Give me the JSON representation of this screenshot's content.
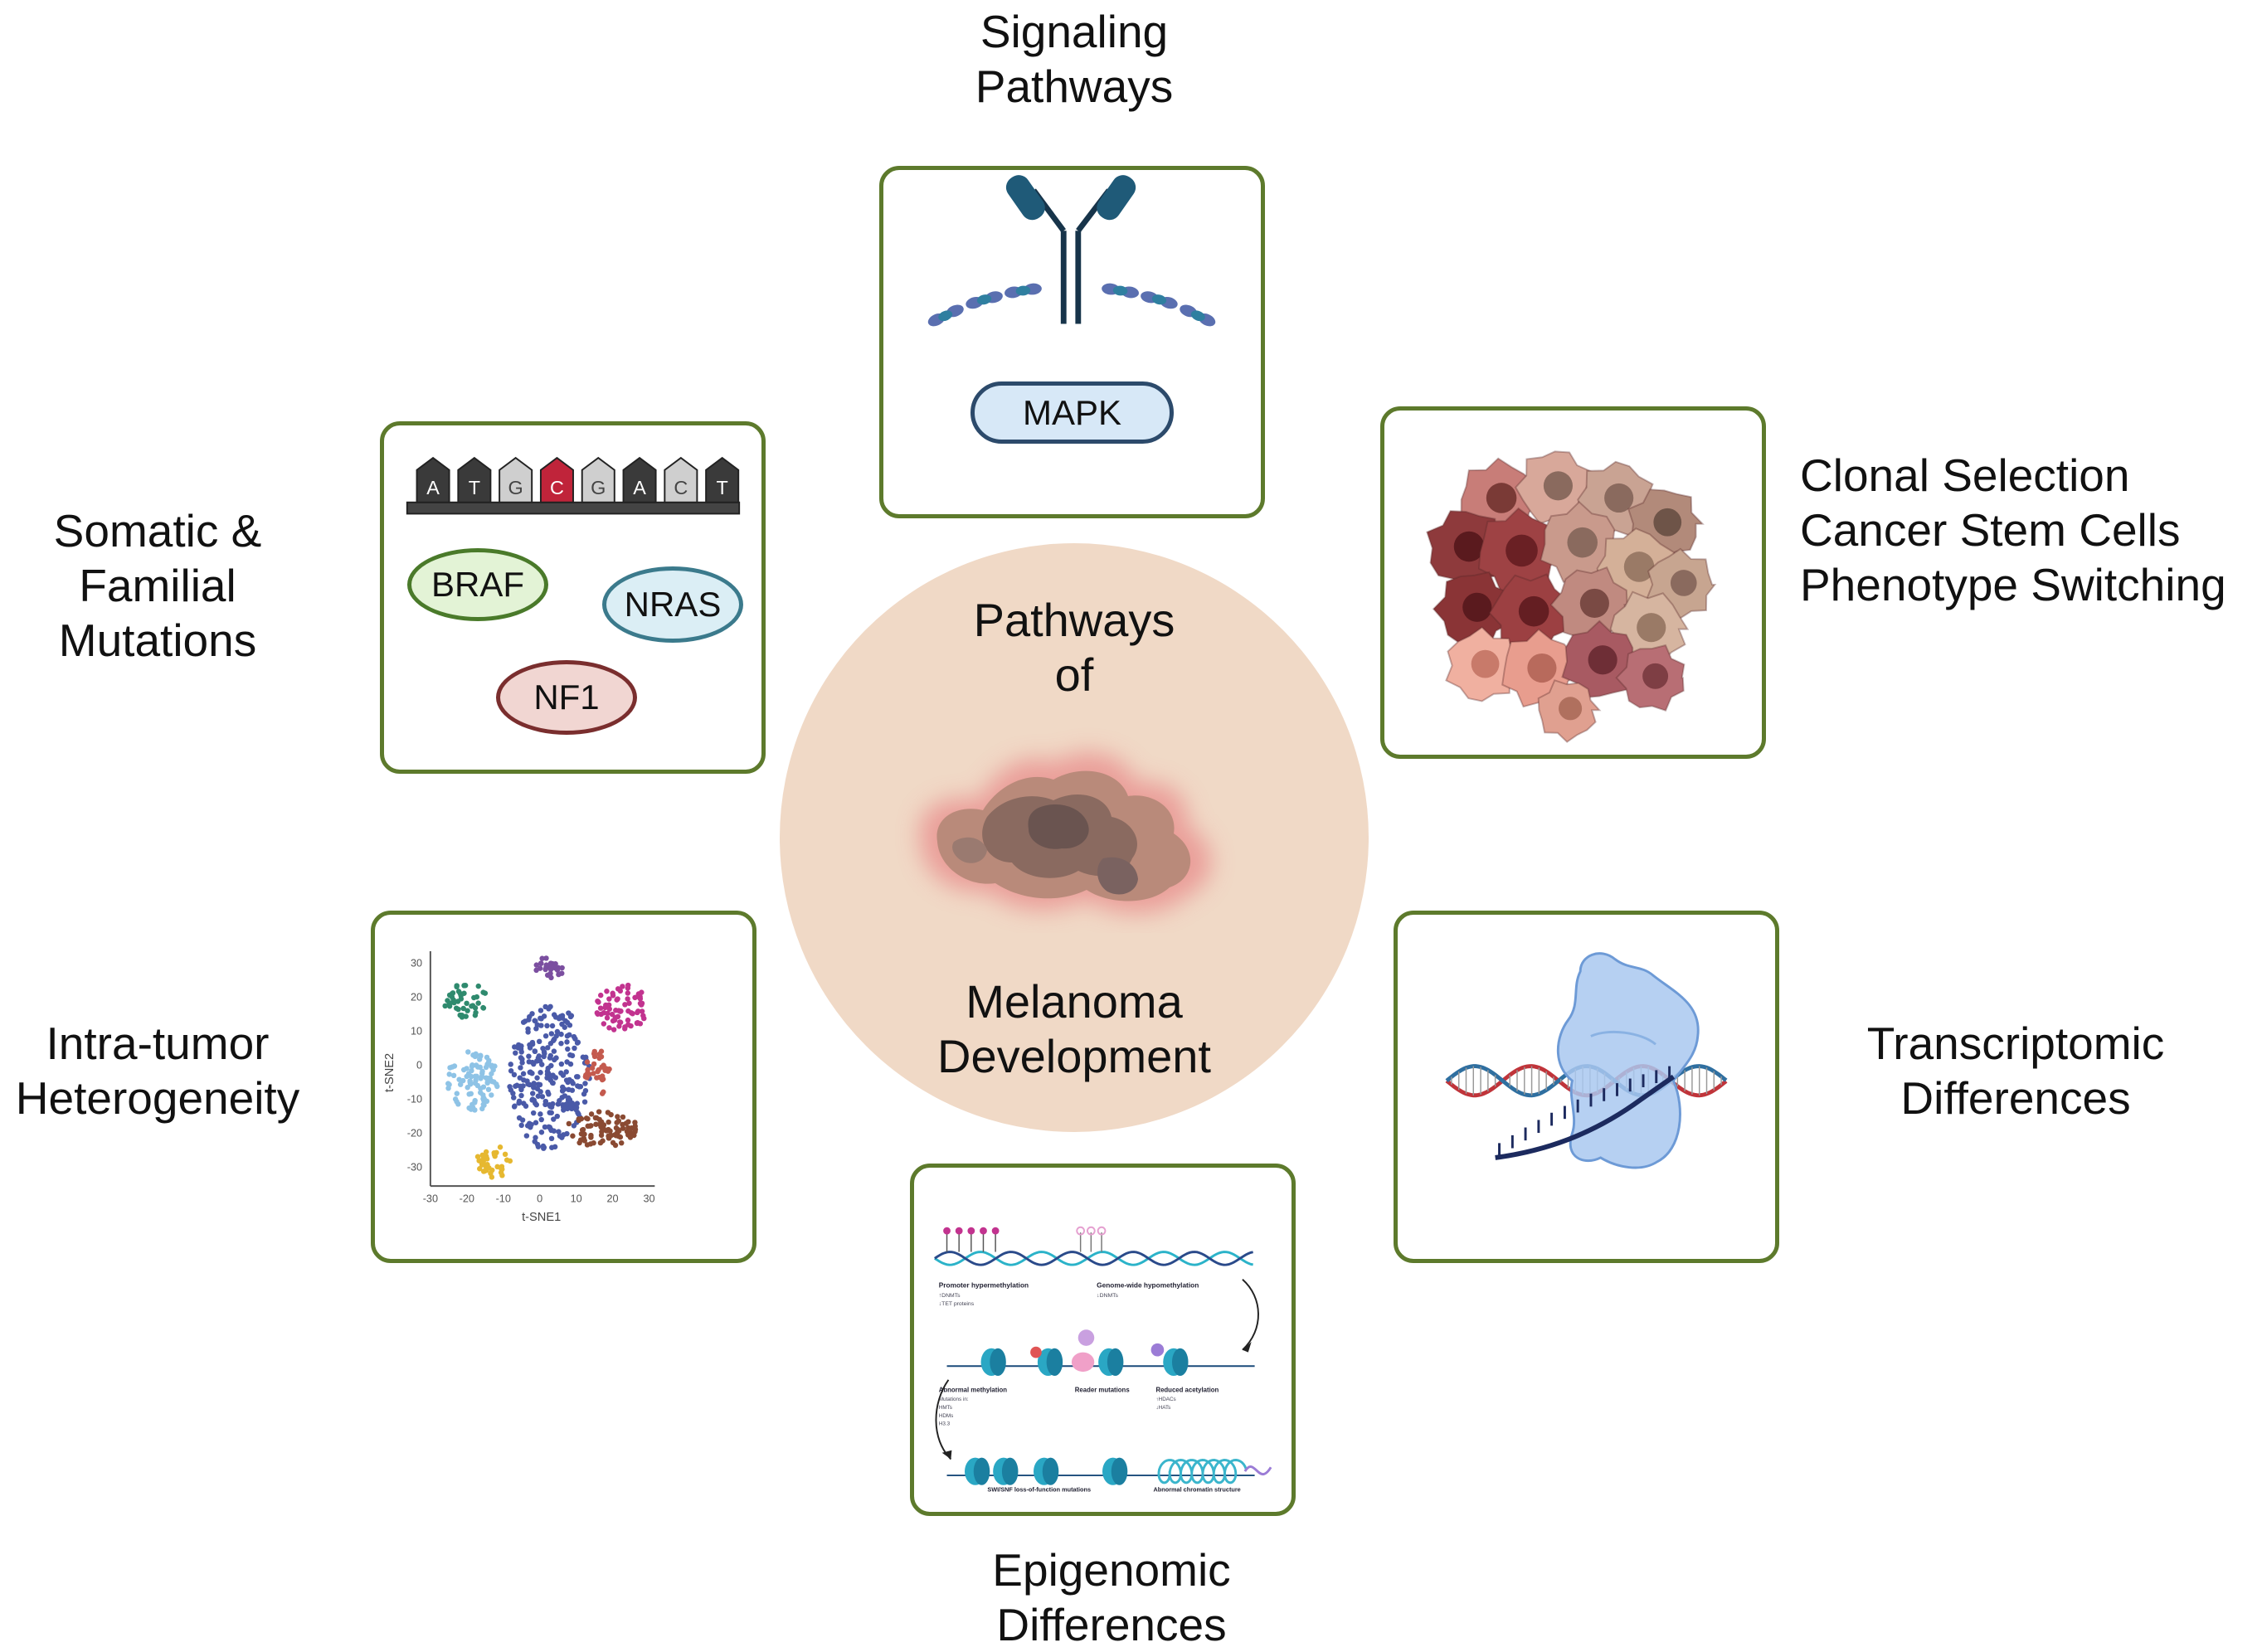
{
  "center": {
    "title_top": [
      "Pathways",
      "of"
    ],
    "title_bottom": [
      "Melanoma",
      "Development"
    ],
    "fill_color": "#f0d9c6"
  },
  "labels": {
    "signaling": [
      "Signaling",
      "Pathways"
    ],
    "mutations": [
      "Somatic &",
      "Familial",
      "Mutations"
    ],
    "clonal": [
      "Clonal Selection",
      "Cancer Stem Cells",
      "Phenotype Switching"
    ],
    "heterogeneity": [
      "Intra-tumor",
      "Heterogeneity"
    ],
    "transcriptomic": [
      "Transcriptomic",
      "Differences"
    ],
    "epigenomic": [
      "Epigenomic",
      "Differences"
    ]
  },
  "signaling_panel": {
    "pathway": "MAPK",
    "icon": "receptor-icon"
  },
  "mutation_panel": {
    "sequence": [
      "A",
      "T",
      "G",
      "C",
      "G",
      "A",
      "C",
      "T"
    ],
    "genes": {
      "braf": "BRAF",
      "nras": "NRAS",
      "nf1": "NF1"
    }
  },
  "tsne_panel": {
    "xlabel": "t-SNE1",
    "ylabel": "t-SNE2",
    "xticks": [
      "-30",
      "-20",
      "-10",
      "0",
      "10",
      "20",
      "30"
    ],
    "yticks": [
      "30",
      "20",
      "10",
      "0",
      "-10",
      "-20",
      "-30"
    ]
  },
  "epigenomic_panel": {
    "labels": {
      "promoter": "Promoter hypermethylation",
      "promoter_sub1": "↑DNMTs",
      "promoter_sub2": "↓TET proteins",
      "genome": "Genome-wide hypomethylation",
      "genome_sub": "↓DNMTs",
      "abnormal_methylation": "Abnormal methylation",
      "mutations_in": "Mutations in:",
      "hmts": "HMTs",
      "hdms": "HDMs",
      "h33": "H3.3",
      "reader": "Reader mutations",
      "reduced": "Reduced acetylation",
      "hdacs": "↑HDACs",
      "hats": "↓HATs",
      "swisnf": "SWI/SNF loss-of-function mutations",
      "chromatin": "Abnormal chromatin structure"
    }
  },
  "colors": {
    "panel_border": "#5d7a2c",
    "braf_fill": "#e3f3d6",
    "braf_border": "#4a7a2a",
    "nras_fill": "#dbeef5",
    "nras_border": "#3b7a8c",
    "nf1_fill": "#f1d6d2",
    "nf1_border": "#7a2e2e",
    "mapk_fill": "#d7e8f7",
    "mapk_border": "#2c4a6b"
  }
}
